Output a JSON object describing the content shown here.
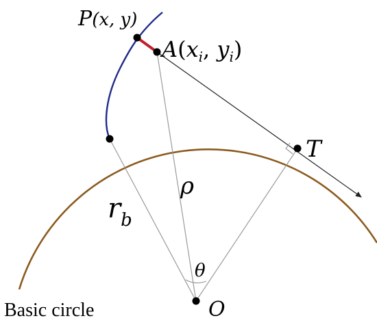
{
  "colors": {
    "base_circle": "#8B5A1E",
    "involute": "#1F2A8C",
    "segment": "#C0202A",
    "construction": "#9A9A9A",
    "point": "#000000",
    "text": "#000000"
  },
  "labels": {
    "P_main": "P",
    "P_args": "(x, y)",
    "A_main": "A",
    "A_open": "(",
    "A_x": "x",
    "A_xsub": "i",
    "A_comma": ", ",
    "A_y": "y",
    "A_ysub": "i",
    "A_close": ")",
    "T": "T",
    "O": "O",
    "rho": "ρ",
    "theta": "θ",
    "r_main": "r",
    "r_sub": "b",
    "caption": "Basic circle"
  }
}
